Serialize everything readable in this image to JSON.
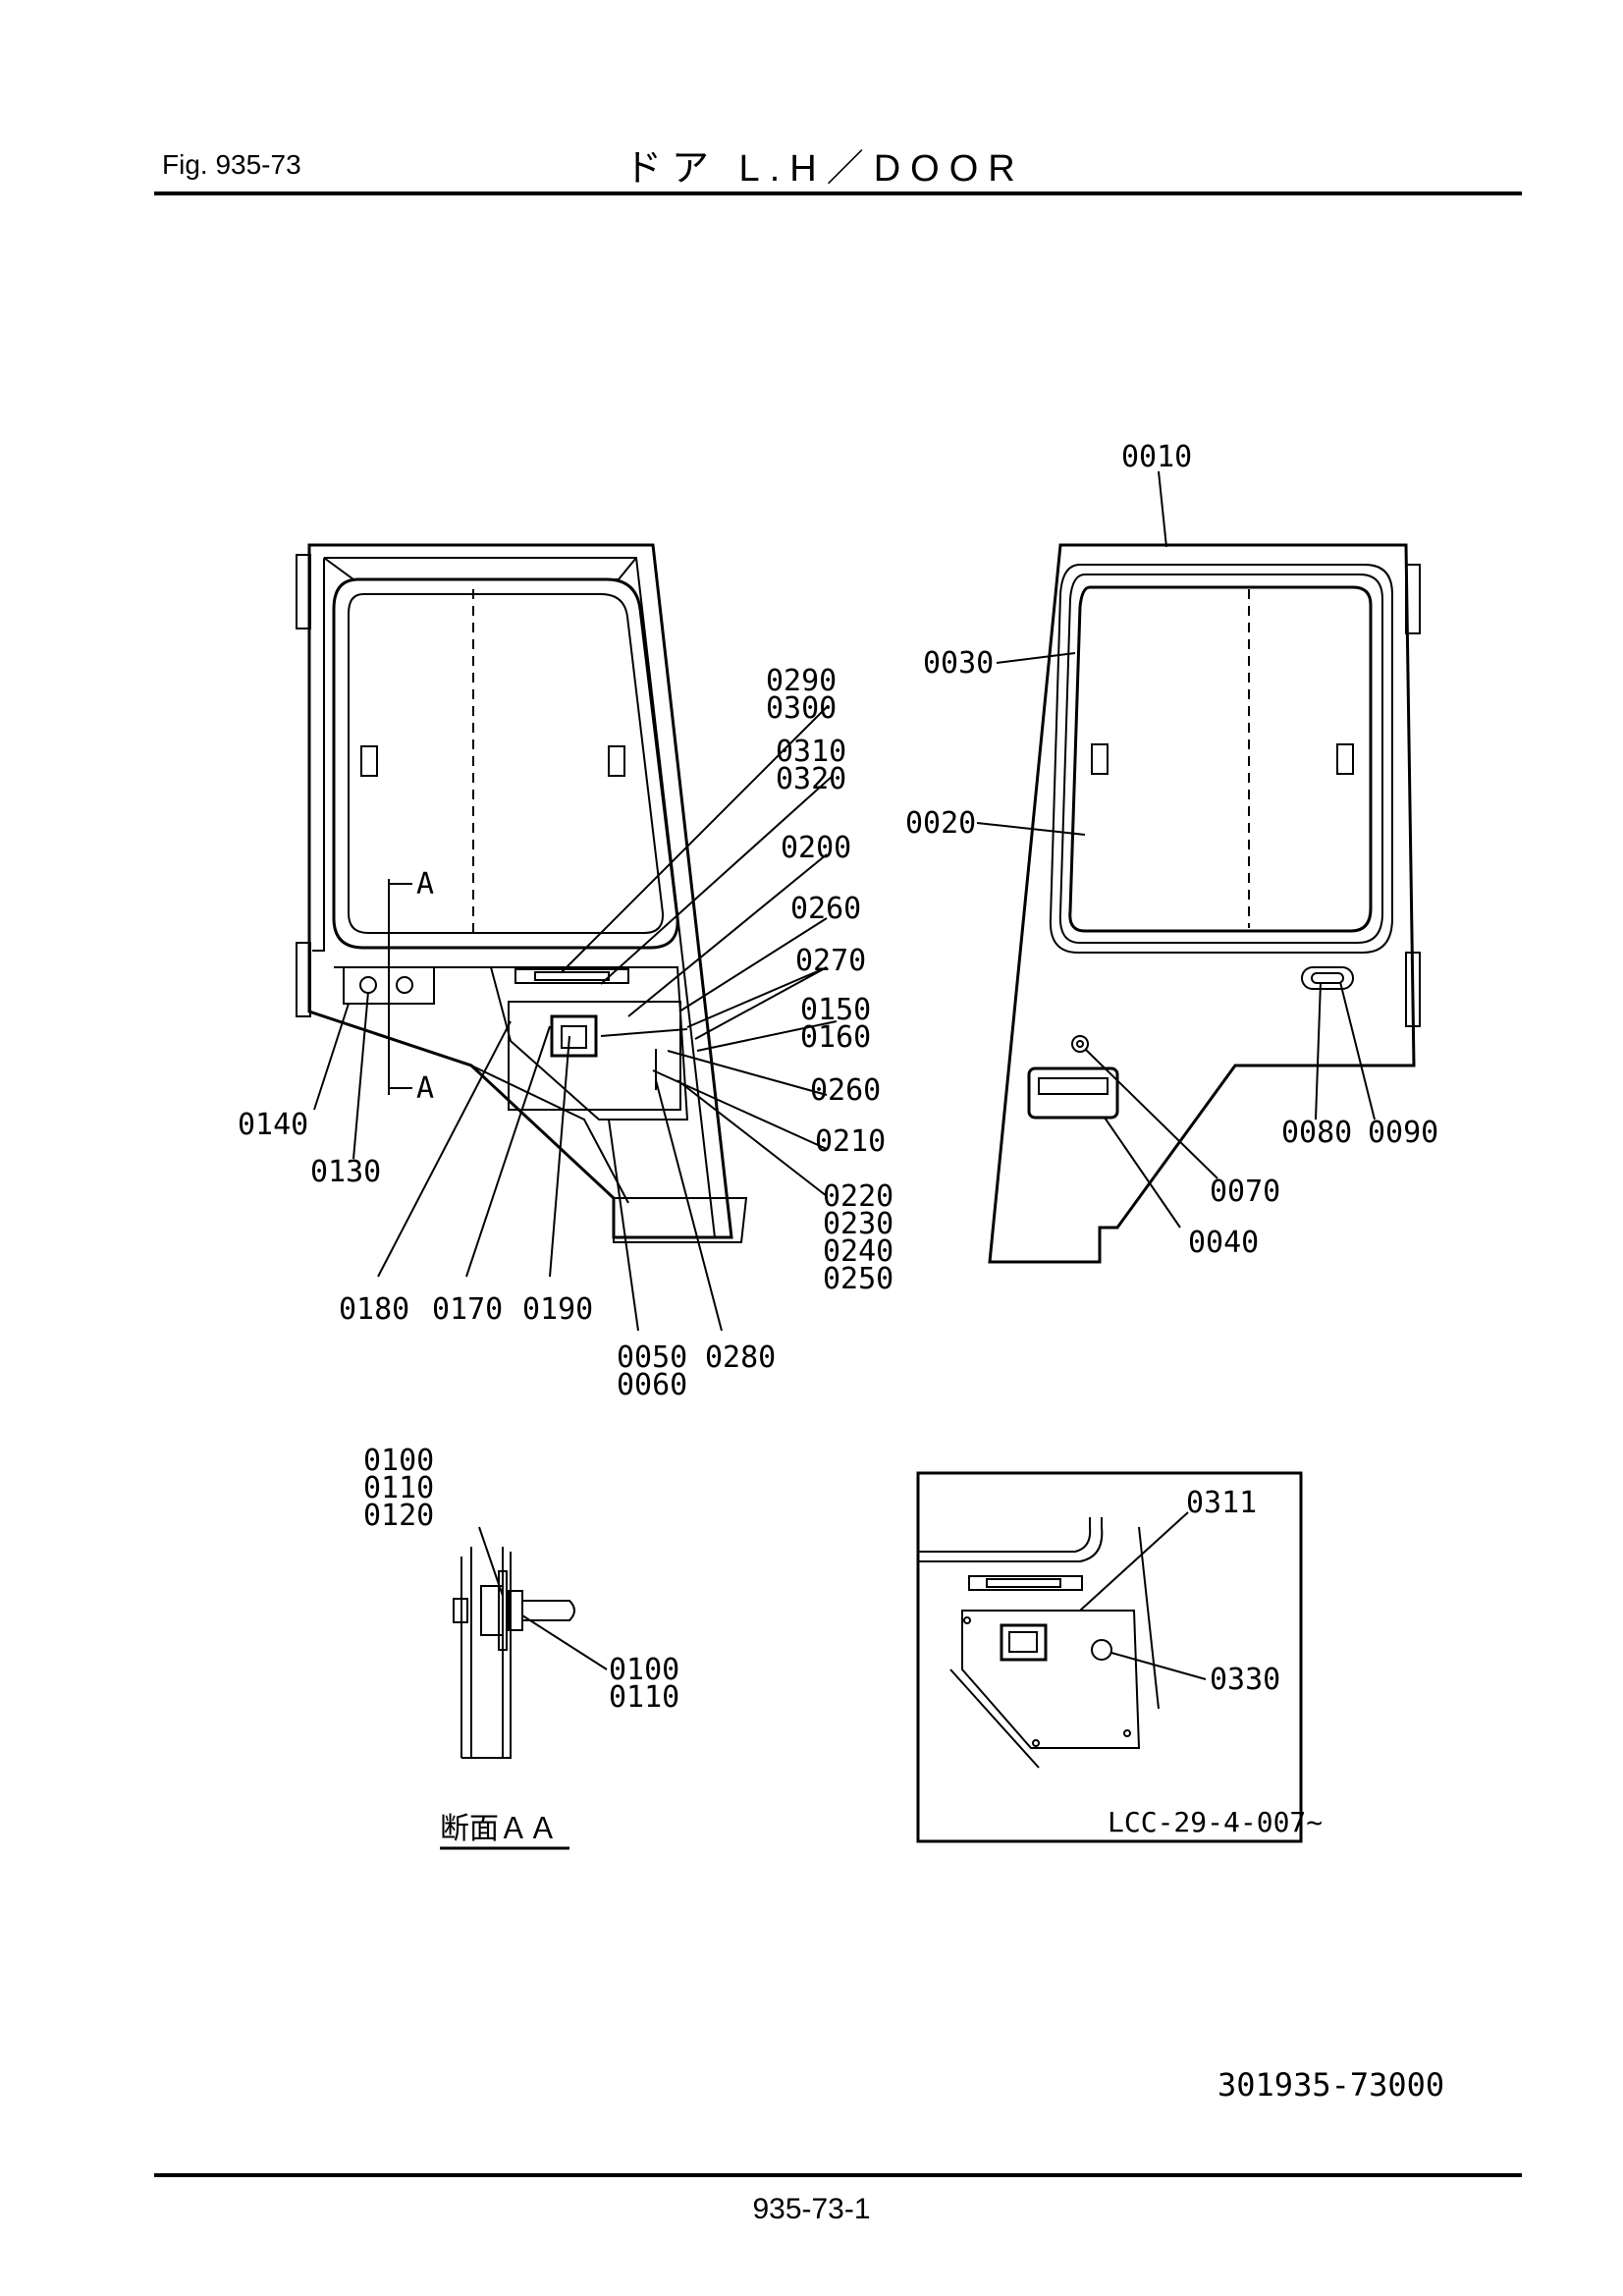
{
  "header": {
    "fig_label": "Fig.  935-73",
    "title": "ドア L.H／DOOR"
  },
  "footer": {
    "drawing_number": "301935-73000",
    "page_number": "935-73-1"
  },
  "section": {
    "marker_letter": "A",
    "caption": "断面ＡＡ"
  },
  "detail": {
    "serial_note": "LCC-29-4-007~"
  },
  "callouts": {
    "left_view": [
      "0290",
      "0300",
      "0310",
      "0320",
      "0200",
      "0260",
      "0270",
      "0150",
      "0160",
      "0260",
      "0210",
      "0220",
      "0230",
      "0240",
      "0250",
      "0140",
      "0130",
      "0180",
      "0170",
      "0190",
      "0050",
      "0060",
      "0280"
    ],
    "right_view": [
      "0010",
      "0030",
      "0020",
      "0080",
      "0090",
      "0070",
      "0040"
    ],
    "section_view": [
      "0100",
      "0110",
      "0120",
      "0100",
      "0110"
    ],
    "detail_view": [
      "0311",
      "0330"
    ]
  }
}
